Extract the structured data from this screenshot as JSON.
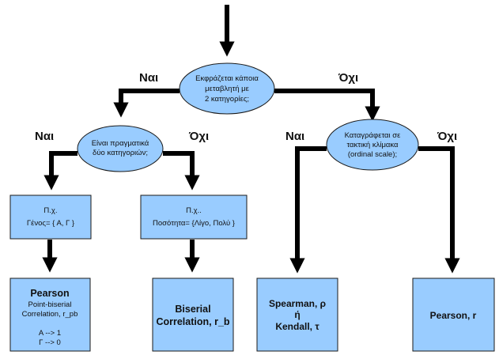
{
  "colors": {
    "node_fill": "#99CCFF",
    "node_stroke": "#1a1a1a",
    "arrow": "#000000"
  },
  "decisions": {
    "root": [
      "Εκφράζεται κάποια",
      "μεταβλητή με",
      "2 κατηγορίες;"
    ],
    "left": [
      "Είναι πραγματικά",
      "δύο κατηγοριών;"
    ],
    "right": [
      "Καταγράφεται σε",
      "τακτική κλίμακα",
      "(ordinal scale);"
    ]
  },
  "edge_labels": {
    "root_yes": "Ναι",
    "root_no": "Όχι",
    "left_yes": "Ναι",
    "left_no": "Όχι",
    "right_yes": "Ναι",
    "right_no": "Όχι"
  },
  "examples": {
    "gender": [
      "Π.χ.",
      "Γένος= { Α, Γ }"
    ],
    "quantity": [
      "Π.χ..",
      "Ποσότητα= {Λίγο, Πολύ }"
    ]
  },
  "results": {
    "pearson_pb": {
      "title": "Pearson",
      "lines": [
        "Point-biserial",
        "Correlation, r_pb",
        "",
        "Α --> 1",
        "Γ --> 0"
      ]
    },
    "biserial": [
      "Biserial",
      "Correlation, r_b"
    ],
    "spearman": [
      "Spearman, ρ",
      "ή",
      "Kendall, τ"
    ],
    "pearson": [
      "Pearson, r"
    ]
  }
}
